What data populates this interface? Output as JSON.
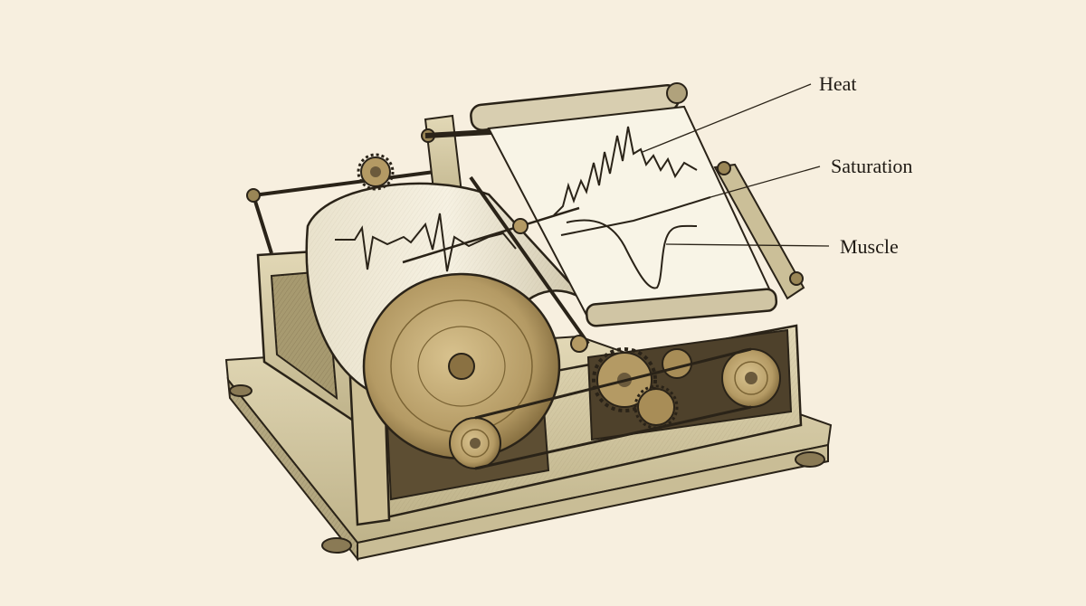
{
  "colors": {
    "background": "#f7efdf",
    "ink": "#2a2318",
    "brass": "#b49a64",
    "brass_dark": "#8a7142",
    "paper": "#f4eedd",
    "frame": "#d8cda8",
    "frame_shade": "#bfb48c"
  },
  "labels": {
    "heat": "Heat",
    "saturation": "Saturation",
    "muscle": "Muscle"
  }
}
